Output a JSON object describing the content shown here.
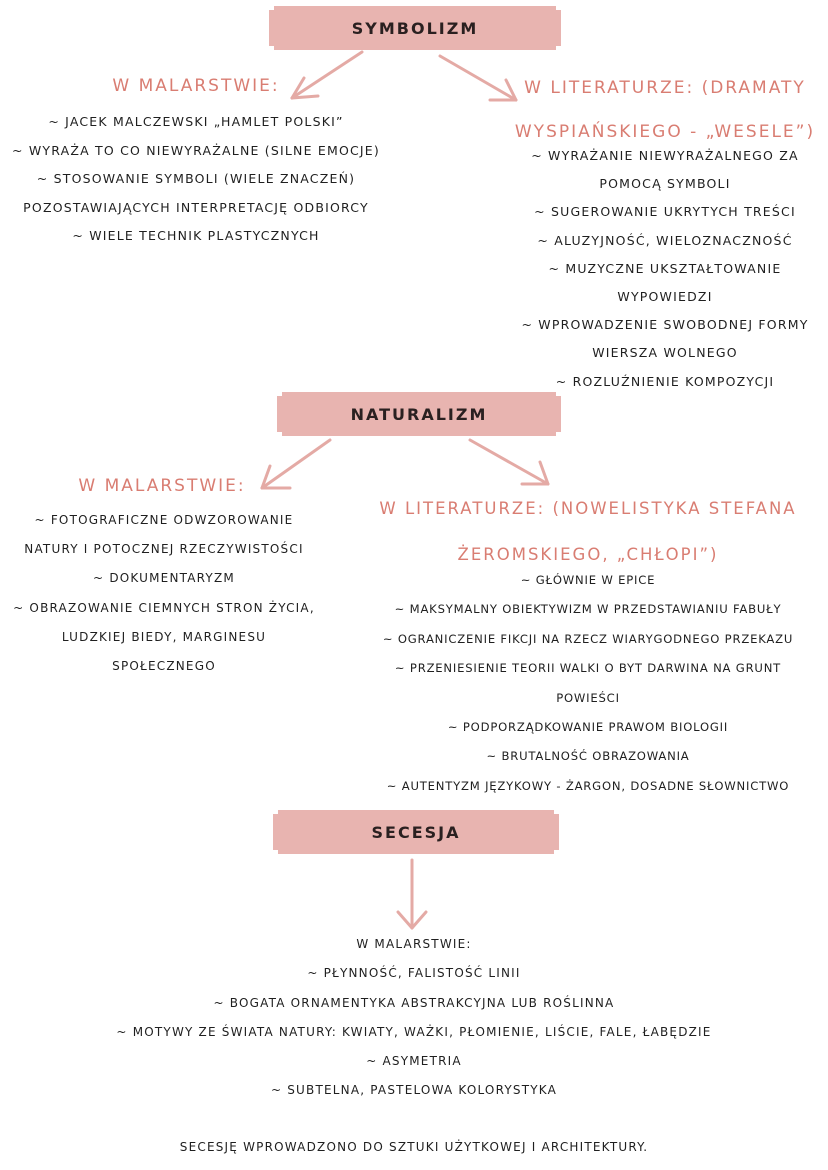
{
  "symbolizm": {
    "title": "SYMBOLIZM",
    "painting_head": "W MALARSTWIE:",
    "painting_items": [
      "~ JACEK MALCZEWSKI „HAMLET POLSKI”",
      "~ WYRAŻA TO CO NIEWYRAŻALNE (SILNE EMOCJE)",
      "~ STOSOWANIE SYMBOLI (WIELE ZNACZEŃ)",
      "POZOSTAWIAJĄCYCH INTERPRETACJĘ ODBIORCY",
      "~ WIELE TECHNIK PLASTYCZNYCH"
    ],
    "lit_head_1": "W LITERATURZE: (DRAMATY",
    "lit_head_2": "WYSPIAŃSKIEGO - „WESELE”)",
    "lit_items": [
      "~ WYRAŻANIE NIEWYRAŻALNEGO ZA",
      "POMOCĄ SYMBOLI",
      "~ SUGEROWANIE UKRYTYCH TREŚCI",
      "~ ALUZYJNOŚĆ, WIELOZNACZNOŚĆ",
      "~ MUZYCZNE UKSZTAŁTOWANIE",
      "WYPOWIEDZI",
      "~ WPROWADZENIE SWOBODNEJ FORMY",
      "WIERSZA WOLNEGO",
      "~ ROZLUŹNIENIE KOMPOZYCJI"
    ]
  },
  "naturalizm": {
    "title": "NATURALIZM",
    "painting_head": "W MALARSTWIE:",
    "painting_items": [
      "~ FOTOGRAFICZNE ODWZOROWANIE",
      "NATURY I POTOCZNEJ RZECZYWISTOŚCI",
      "~ DOKUMENTARYZM",
      "~ OBRAZOWANIE CIEMNYCH STRON ŻYCIA,",
      "LUDZKIEJ BIEDY, MARGINESU",
      "SPOŁECZNEGO"
    ],
    "lit_head_1": "W LITERATURZE: (NOWELISTYKA STEFANA",
    "lit_head_2": "ŻEROMSKIEGO, „CHŁOPI”)",
    "lit_items": [
      "~ GŁÓWNIE W EPICE",
      "~ MAKSYMALNY OBIEKTYWIZM W PRZEDSTAWIANIU FABUŁY",
      "~ OGRANICZENIE FIKCJI NA RZECZ WIARYGODNEGO PRZEKAZU",
      "~ PRZENIESIENIE TEORII WALKI O BYT DARWINA NA GRUNT",
      "POWIEŚCI",
      "~ PODPORZĄDKOWANIE PRAWOM BIOLOGII",
      "~ BRUTALNOŚĆ OBRAZOWANIA",
      "~ AUTENTYZM JĘZYKOWY - ŻARGON, DOSADNE SŁOWNICTWO"
    ]
  },
  "secesja": {
    "title": "SECESJA",
    "painting_head": "W MALARSTWIE:",
    "painting_items": [
      "~ PŁYNNOŚĆ, FALISTOŚĆ LINII",
      "~ BOGATA ORNAMENTYKA ABSTRAKCYJNA LUB ROŚLINNA",
      "~ MOTYWY ZE ŚWIATA NATURY: KWIATY, WAŻKI, PŁOMIENIE, LIŚCIE, FALE, ŁABĘDZIE",
      "~ ASYMETRIA",
      "~ SUBTELNA, PASTELOWA KOLORYSTYKA"
    ],
    "note": "SECESJĘ WPROWADZONO DO SZTUKI UŻYTKOWEJ I ARCHITEKTURY."
  },
  "colors": {
    "banner": "#e8b4b0",
    "heading": "#d97d72",
    "arrow": "#e4aaa5",
    "text": "#1f1f1f"
  }
}
